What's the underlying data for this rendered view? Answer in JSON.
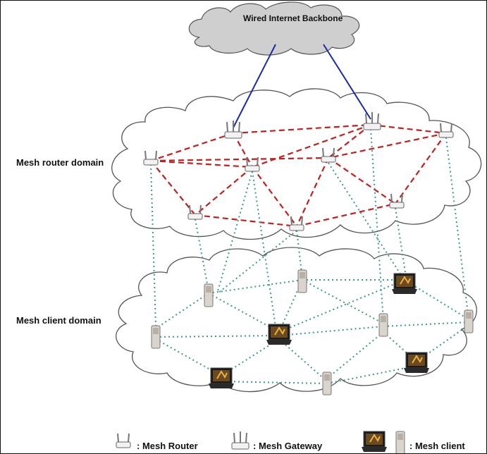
{
  "title": "Wired Internet Backbone",
  "domains": {
    "router": "Mesh router domain",
    "client": "Mesh client domain"
  },
  "legend": {
    "router": ": Mesh Router",
    "gateway": ": Mesh Gateway",
    "client": ": Mesh client"
  },
  "colors": {
    "backbone_link": "#1a2aa8",
    "router_link": "#c0201e",
    "client_link": "#3a9a8a",
    "cloud_fill_top": "#cfcfcf",
    "cloud_fill": "#ffffff"
  }
}
